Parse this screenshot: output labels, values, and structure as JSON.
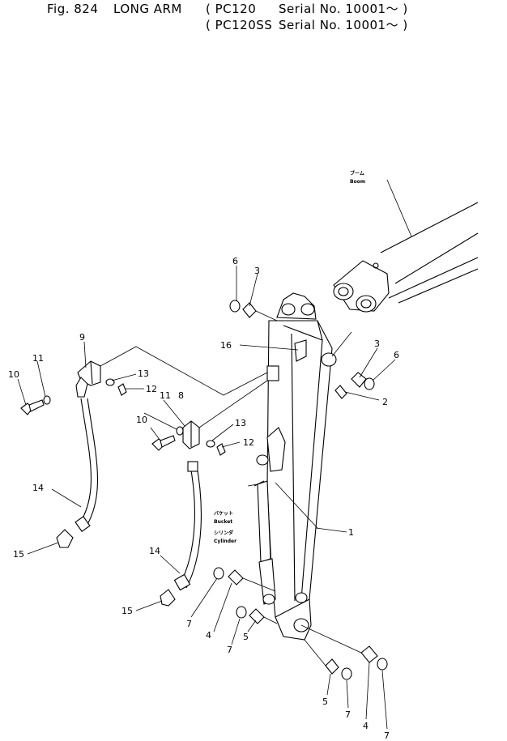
{
  "header": {
    "fig_label": "Fig. 824",
    "title": "LONG ARM",
    "line1_model": "( PC120",
    "line1_serial": "Serial No. 10001～ )",
    "line2_model": "( PC120SS",
    "line2_serial": "Serial No. 10001～ )"
  },
  "component_labels": {
    "boom_jp": "ブーム",
    "boom_en": "Boom",
    "bucket_jp": "バケット",
    "bucket_en": "Bucket",
    "cylinder_jp": "シリンダ",
    "cylinder_en": "Cylinder"
  },
  "callouts": {
    "c1": "1",
    "c2": "2",
    "c3a": "3",
    "c3b": "3",
    "c4a": "4",
    "c4b": "4",
    "c5a": "5",
    "c5b": "5",
    "c6a": "6",
    "c6b": "6",
    "c7a": "7",
    "c7b": "7",
    "c7c": "7",
    "c7d": "7",
    "c8": "8",
    "c9": "9",
    "c10a": "10",
    "c10b": "10",
    "c11a": "11",
    "c11b": "11",
    "c12a": "12",
    "c12b": "12",
    "c13a": "13",
    "c13b": "13",
    "c14a": "14",
    "c14b": "14",
    "c15a": "15",
    "c15b": "15",
    "c16": "16"
  }
}
